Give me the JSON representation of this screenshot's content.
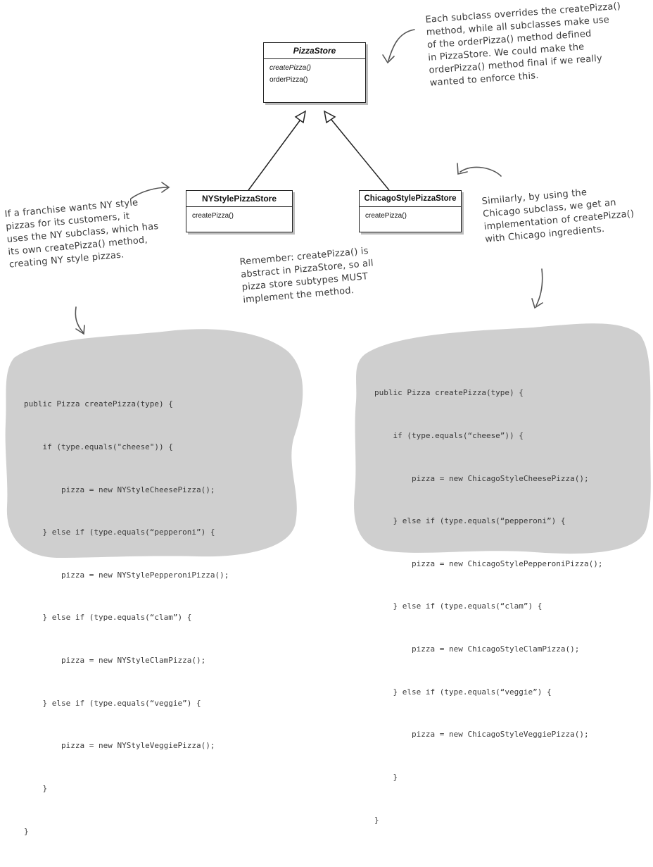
{
  "diagram": {
    "classes": {
      "pizza_store": {
        "name": "PizzaStore",
        "methods": [
          "createPizza()",
          "orderPizza()"
        ]
      },
      "ny_store": {
        "name": "NYStylePizzaStore",
        "methods": [
          "createPizza()"
        ]
      },
      "chicago_store": {
        "name": "ChicagoStylePizzaStore",
        "methods": [
          "createPizza()"
        ]
      }
    },
    "notes": {
      "top_right": [
        "Each subclass overrides the createPizza()",
        "method, while all subclasses make use",
        "of the orderPizza() method defined",
        "in PizzaStore. We could make the",
        "orderPizza() method final if we really",
        "wanted to enforce this."
      ],
      "left": [
        "If a franchise wants NY style",
        "pizzas for its customers, it",
        "uses the NY subclass, which has",
        "its own createPizza() method,",
        "creating NY style pizzas."
      ],
      "center": [
        "Remember: createPizza() is",
        "abstract in PizzaStore, so all",
        "pizza store subtypes MUST",
        "implement the method."
      ],
      "right": [
        "Similarly, by using the",
        "Chicago subclass, we get an",
        "implementation of createPizza()",
        "with Chicago ingredients."
      ]
    },
    "code": {
      "ny": [
        "public Pizza createPizza(type) {",
        "    if (type.equals(\"cheese\")) {",
        "        pizza = new NYStyleCheesePizza();",
        "    } else if (type.equals(“pepperoni”) {",
        "        pizza = new NYStylePepperoniPizza();",
        "    } else if (type.equals(“clam”) {",
        "        pizza = new NYStyleClamPizza();",
        "    } else if (type.equals(“veggie”) {",
        "        pizza = new NYStyleVeggiePizza();",
        "    }",
        "}"
      ],
      "chicago": [
        "public Pizza createPizza(type) {",
        "    if (type.equals(“cheese”)) {",
        "        pizza = new ChicagoStyleCheesePizza();",
        "    } else if (type.equals(“pepperoni”) {",
        "        pizza = new ChicagoStylePepperoniPizza();",
        "    } else if (type.equals(“clam”) {",
        "        pizza = new ChicagoStyleClamPizza();",
        "    } else if (type.equals(“veggie”) {",
        "        pizza = new ChicagoStyleVeggiePizza();",
        "    }",
        "}"
      ]
    },
    "colors": {
      "blob": "#cfcfcf",
      "ink": "#3a3a3a",
      "border": "#222222"
    }
  }
}
